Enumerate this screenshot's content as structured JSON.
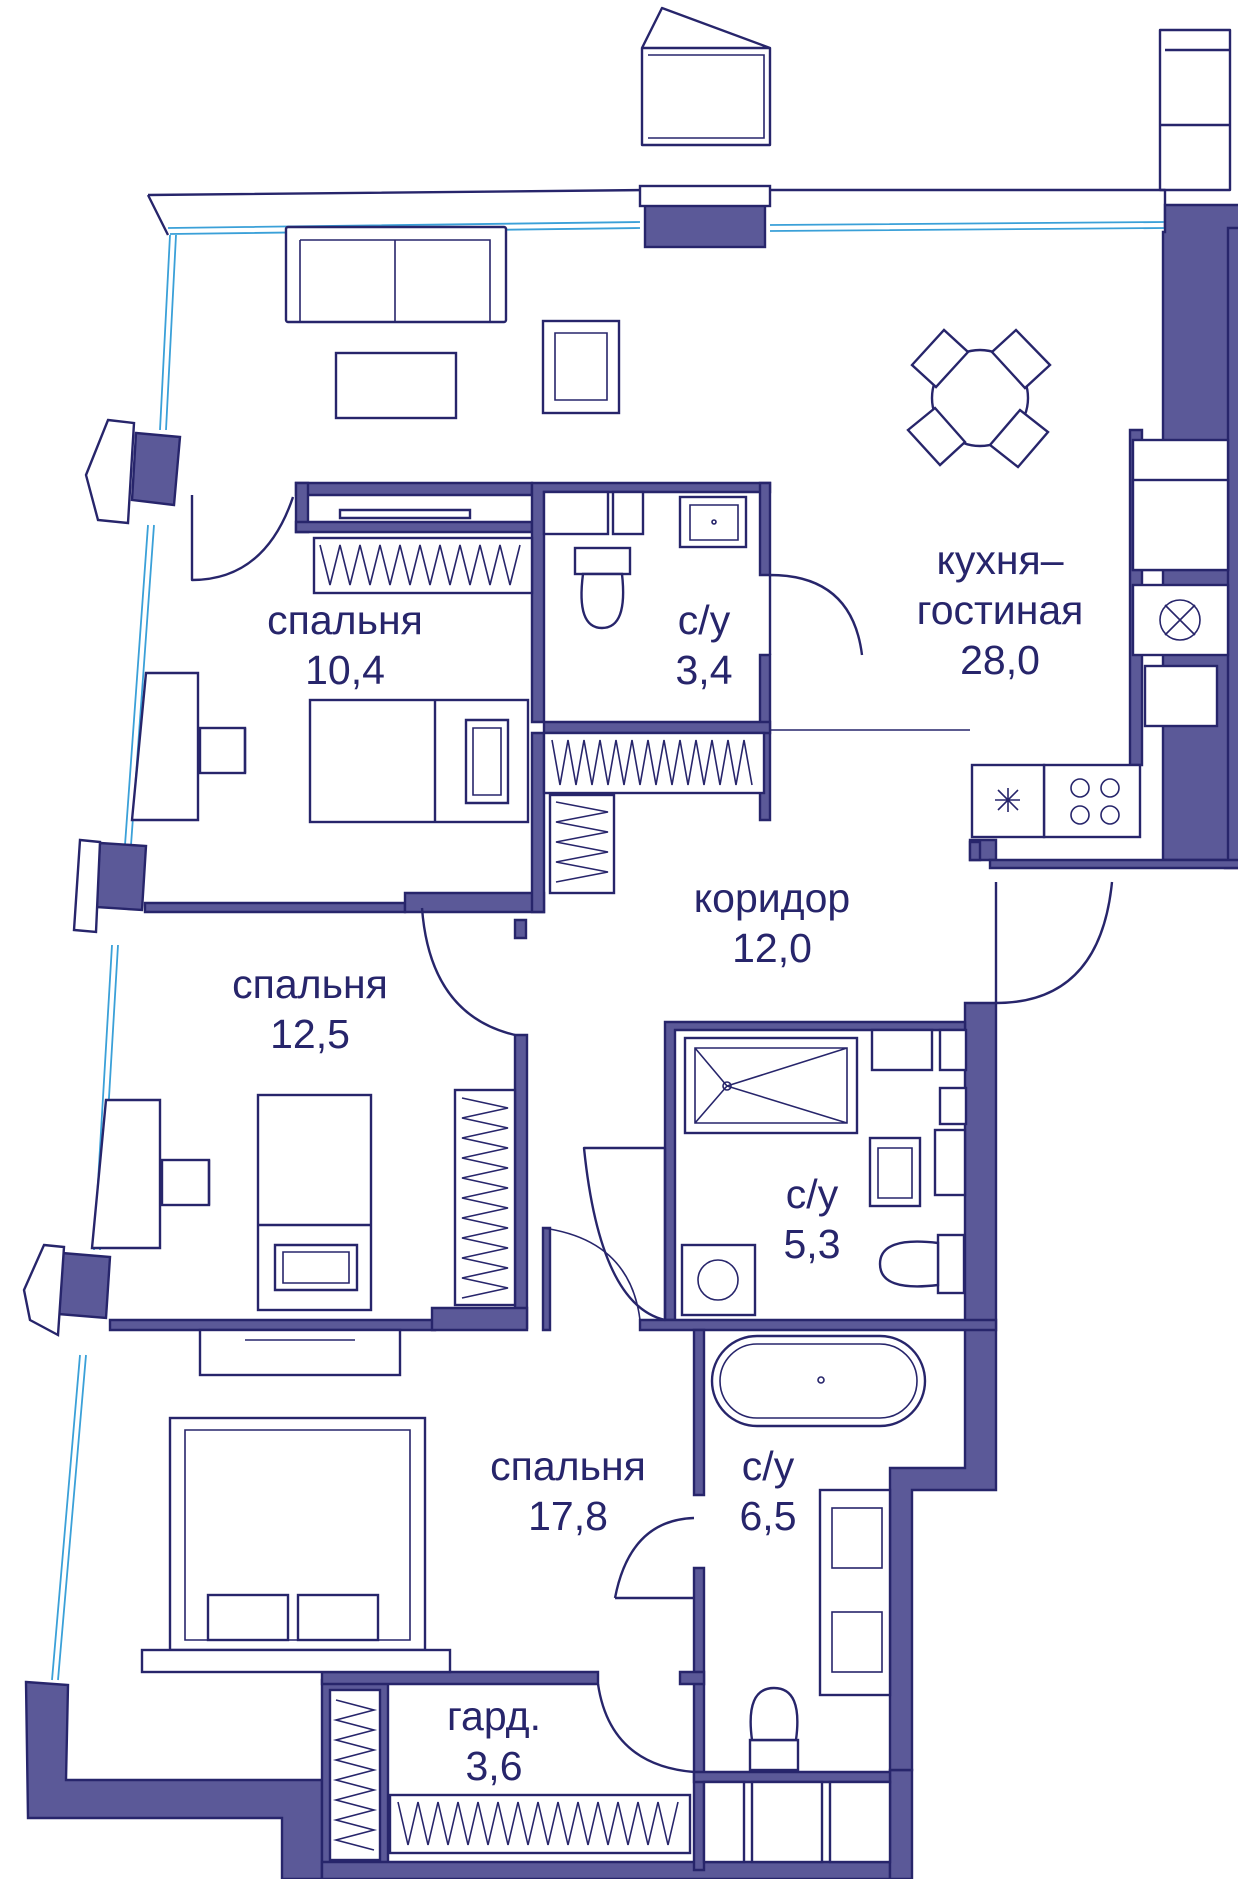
{
  "colors": {
    "wall_fill": "#5b5998",
    "line": "#27256b",
    "glazing": "#3aa0d8",
    "background": "#ffffff"
  },
  "rooms": {
    "bedroom1": {
      "name": "спальня",
      "area": "10,4"
    },
    "bath1": {
      "name": "с/у",
      "area": "3,4"
    },
    "kitchen_living": {
      "name1": "кухня–",
      "name2": "гостиная",
      "area": "28,0"
    },
    "corridor": {
      "name": "коридор",
      "area": "12,0"
    },
    "bedroom2": {
      "name": "спальня",
      "area": "12,5"
    },
    "bath2": {
      "name": "с/у",
      "area": "5,3"
    },
    "bedroom3": {
      "name": "спальня",
      "area": "17,8"
    },
    "bath3": {
      "name": "с/у",
      "area": "6,5"
    },
    "wardrobe": {
      "name": "гард.",
      "area": "3,6"
    }
  },
  "icons": [
    "sofa-icon",
    "armchair-icon",
    "coffee-table-icon",
    "dining-table-icon",
    "bed-icon",
    "desk-icon",
    "chair-icon",
    "wardrobe-icon",
    "toilet-icon",
    "sink-icon",
    "shower-icon",
    "bathtub-icon",
    "stove-icon",
    "washing-machine-icon",
    "door-swing-icon",
    "window-icon",
    "ac-unit-icon"
  ]
}
